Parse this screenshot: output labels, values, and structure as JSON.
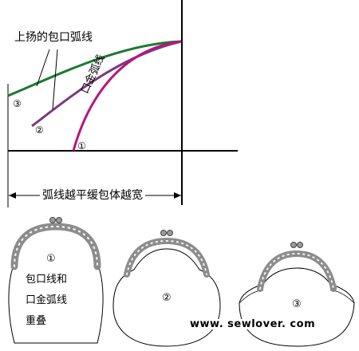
{
  "diagram": {
    "annotation_raised_curve": "上扬的包口弧线",
    "annotation_frame_curve": "口金弧线",
    "markers": {
      "one": "①",
      "two": "②",
      "three": "③"
    },
    "width_note": "弧线越平缓包体越宽"
  },
  "bags": {
    "bag1": {
      "marker": "①",
      "text_line1": "包口线和",
      "text_line2": "口金弧线",
      "text_line3": "重叠"
    },
    "bag2": {
      "marker": "②"
    },
    "bag3": {
      "marker": "③"
    }
  },
  "watermark": "www. sewlover. com",
  "colors": {
    "green": "#1b7a32",
    "purple": "#7b3a7e",
    "magenta": "#b5177f",
    "frame_gray": "#8c8c8c",
    "line": "#000000"
  }
}
